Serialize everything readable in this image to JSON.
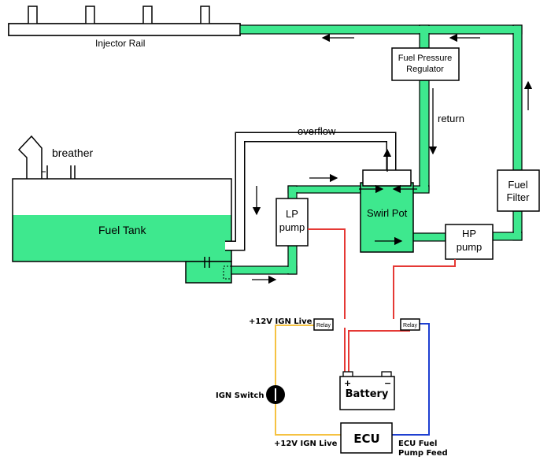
{
  "colors": {
    "fuel": "#3ee88e",
    "outline": "#000000",
    "wire_red": "#e53935",
    "wire_yellow": "#f5c242",
    "wire_blue": "#1e3fd1",
    "background": "#ffffff"
  },
  "labels": {
    "injector_rail": "Injector Rail",
    "fpr_line1": "Fuel Pressure",
    "fpr_line2": "Regulator",
    "return": "return",
    "overflow": "overflow",
    "breather": "breather",
    "fuel_tank": "Fuel Tank",
    "lp_line1": "LP",
    "lp_line2": "pump",
    "swirl_pot": "Swirl Pot",
    "hp_line1": "HP",
    "hp_line2": "pump",
    "filter_line1": "Fuel",
    "filter_line2": "Filter",
    "relay_left": "Relay",
    "relay_right": "Relay",
    "ign_live_top": "+12V IGN Live",
    "ign_live_bottom": "+12V IGN Live",
    "ign_switch": "IGN Switch",
    "battery": "Battery",
    "battery_plus": "+",
    "battery_minus": "−",
    "ecu": "ECU",
    "ecu_feed_line1": "ECU Fuel",
    "ecu_feed_line2": "Pump Feed"
  }
}
